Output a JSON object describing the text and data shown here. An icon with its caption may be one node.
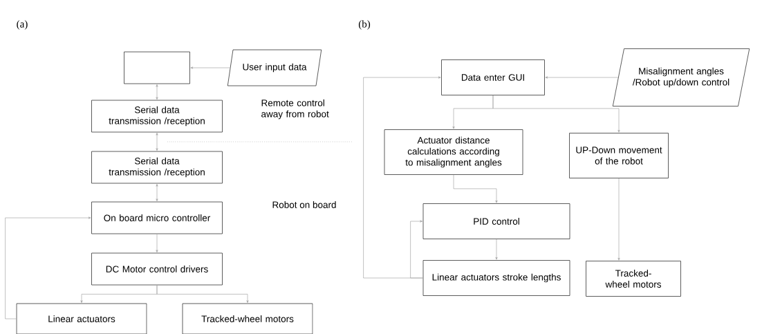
{
  "diagram": {
    "nodes": [
      {
        "text": [],
        "shape": "box"
      },
      {
        "text": [
          "User input data"
        ]
      },
      {
        "text": [
          "Serial data transmission /reception"
        ]
      },
      {
        "text": [
          "Serial data transmission /reception"
        ]
      },
      {
        "text": [
          "On board micro controller"
        ]
      },
      {
        "text": [
          "DC Motor control drivers"
        ]
      },
      {
        "text": [
          "Linear actuators"
        ]
      },
      {
        "text": [
          "Tracked-wheel motors"
        ]
      },
      {
        "text": [
          "Data enter GUI"
        ]
      },
      {
        "text": [
          "Misalignment angles /Robot up/down control"
        ]
      },
      {
        "text": [
          "Actuator distance calculations according to misalignment angles"
        ]
      },
      {
        "text": [
          "UP-Down movement of the robot"
        ]
      },
      {
        "text": [
          "PID control"
        ]
      },
      {
        "text": [
          "Linear actuators stroke lengths"
        ]
      },
      {
        "text": [
          "Tracked-wheel motors"
        ]
      }
    ],
    "edges": [
      {
        "from": 1,
        "to": 0,
        "arrow": "to"
      },
      {
        "from": 0,
        "to": 2,
        "arrow": "both"
      },
      {
        "from": 2,
        "to": 3,
        "arrow": "both"
      },
      {
        "from": 3,
        "to": 4,
        "arrow": "both"
      },
      {
        "from": 4,
        "to": 5,
        "arrow": "to"
      },
      {
        "from": 5,
        "to": 6,
        "arrow": "to"
      },
      {
        "from": 5,
        "to": 7,
        "arrow": "to"
      },
      {
        "from": 6,
        "to": 4,
        "arrow": "to"
      },
      {
        "from": 9,
        "to": 8,
        "arrow": "to"
      },
      {
        "from": 8,
        "to": 10,
        "arrow": "to"
      },
      {
        "from": 8,
        "to": 11,
        "arrow": "to"
      },
      {
        "from": 10,
        "to": 12,
        "arrow": "to"
      },
      {
        "from": 12,
        "to": 13,
        "arrow": "to"
      },
      {
        "from": 13,
        "to": 12,
        "arrow": "to"
      },
      {
        "from": 13,
        "to": 8,
        "arrow": "to"
      },
      {
        "from": 11,
        "to": 14,
        "arrow": "to"
      }
    ],
    "labels": [
      "(a)",
      "(b)",
      "Remote control away from robot",
      "Robot on board"
    ]
  }
}
